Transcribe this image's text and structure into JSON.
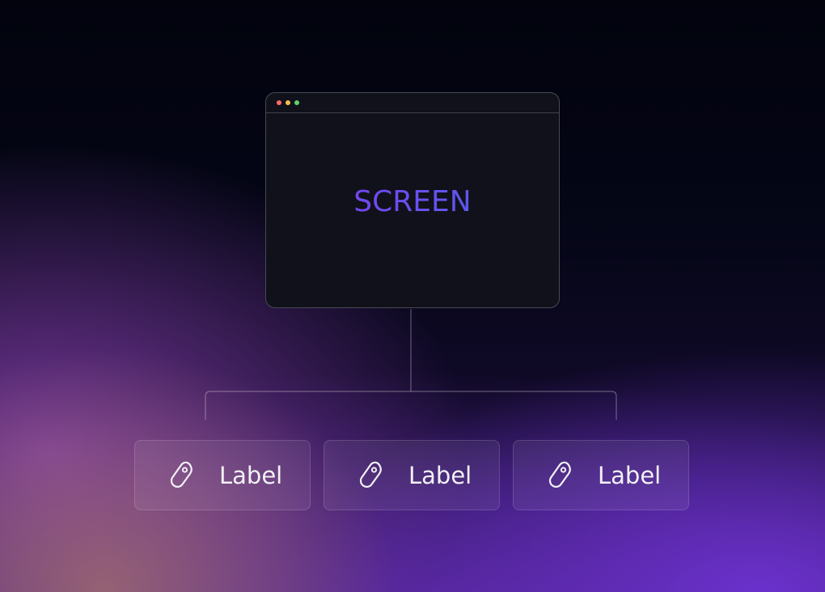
{
  "window": {
    "title_text": "SCREEN",
    "traffic_lights": [
      "#ff6b6b",
      "#f2c14e",
      "#5fd16f"
    ]
  },
  "cards": [
    {
      "label": "Label",
      "icon": "tag-icon"
    },
    {
      "label": "Label",
      "icon": "tag-icon"
    },
    {
      "label": "Label",
      "icon": "tag-icon"
    }
  ],
  "colors": {
    "accent_start": "#7c3aed",
    "accent_end": "#4b63e8"
  }
}
